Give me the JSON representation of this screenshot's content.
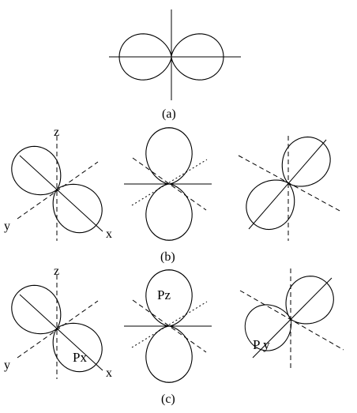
{
  "figure": {
    "captions": {
      "a": "(a)",
      "b": "(b)",
      "c": "(c)"
    },
    "axis_labels": {
      "z": "z",
      "x": "x",
      "y": "y"
    },
    "orbital_labels": {
      "px": "Px",
      "pz": "Pz",
      "py": "P y"
    }
  }
}
